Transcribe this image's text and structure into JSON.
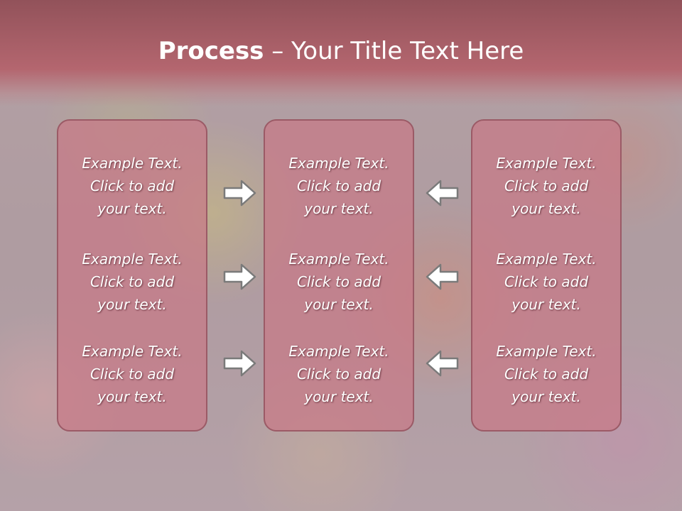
{
  "slide": {
    "title_bold": "Process",
    "title_rest": " – Your Title Text Here"
  },
  "columns": [
    {
      "items": [
        {
          "l1": "Example Text.",
          "l2": "Click  to add",
          "l3": "your text."
        },
        {
          "l1": "Example Text.",
          "l2": "Click  to add",
          "l3": "your text."
        },
        {
          "l1": "Example Text.",
          "l2": "Click  to add",
          "l3": "your text."
        }
      ]
    },
    {
      "items": [
        {
          "l1": "Example Text.",
          "l2": "Click  to add",
          "l3": "your text."
        },
        {
          "l1": "Example Text.",
          "l2": "Click  to add",
          "l3": "your text."
        },
        {
          "l1": "Example Text.",
          "l2": "Click  to add",
          "l3": "your text."
        }
      ]
    },
    {
      "items": [
        {
          "l1": "Example Text.",
          "l2": "Click  to add",
          "l3": "your text."
        },
        {
          "l1": "Example Text.",
          "l2": "Click  to add",
          "l3": "your text."
        },
        {
          "l1": "Example Text.",
          "l2": "Click  to add",
          "l3": "your text."
        }
      ]
    }
  ],
  "arrows": {
    "left_group": "right-arrow-icon",
    "right_group": "left-arrow-icon"
  },
  "colors": {
    "title_bar": "#b4666f",
    "panel_fill": "#c87887",
    "panel_border": "#9b5a66",
    "arrow_fill": "#ffffff",
    "arrow_stroke": "#7a7a7a"
  }
}
